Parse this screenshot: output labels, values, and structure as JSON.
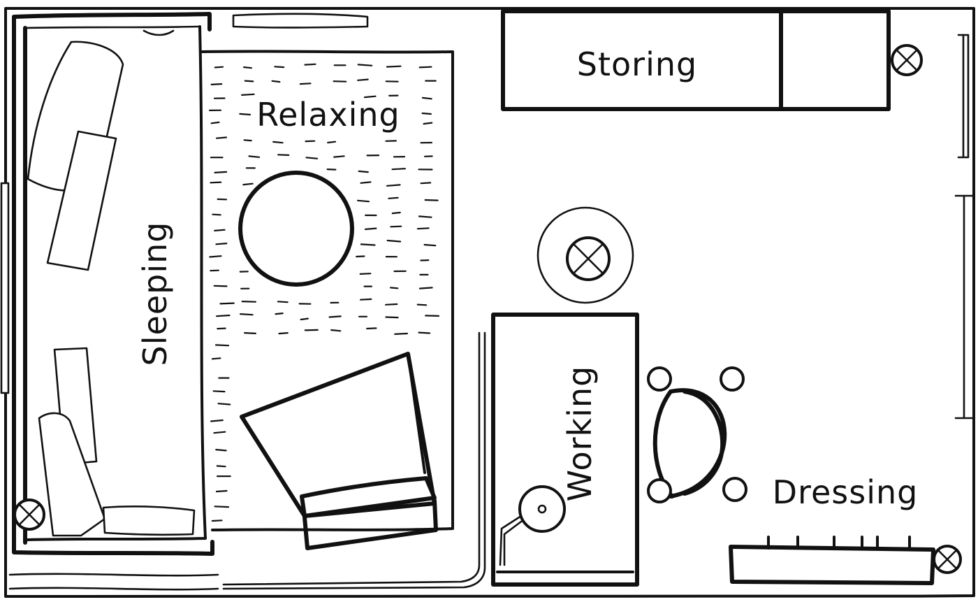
{
  "zones": {
    "storing": "Storing",
    "relaxing": "Relaxing",
    "sleeping": "Sleeping",
    "working": "Working",
    "dressing": "Dressing"
  },
  "icons": {
    "light_fixture": "light-fixture-icon",
    "chair": "chair-icon",
    "table": "round-table-icon",
    "armchair": "armchair-icon",
    "pillow": "pillow-icon"
  },
  "colors": {
    "ink": "#111111",
    "paper": "#ffffff"
  }
}
